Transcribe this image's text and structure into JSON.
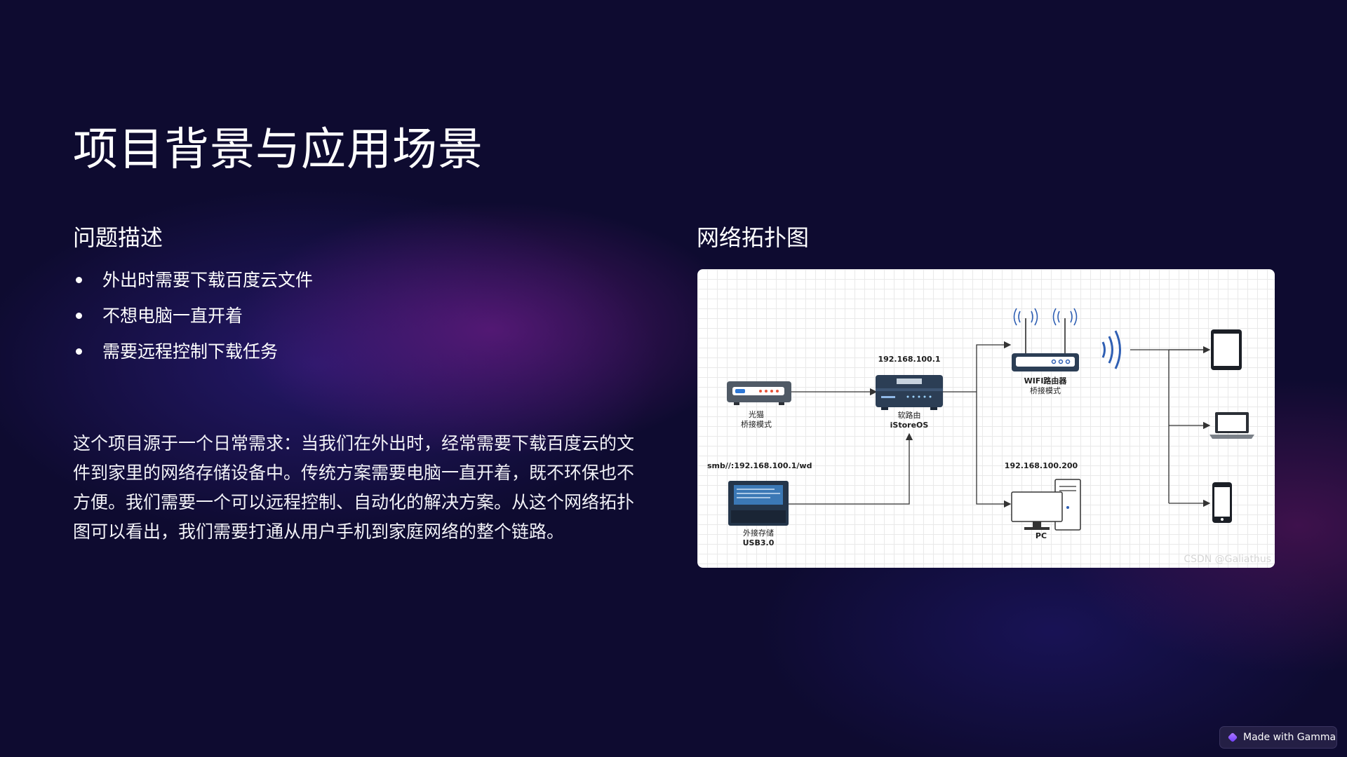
{
  "slide": {
    "title": "项目背景与应用场景",
    "problem_heading": "问题描述",
    "bullets": [
      "外出时需要下载百度云文件",
      "不想电脑一直开着",
      "需要远程控制下载任务"
    ],
    "paragraph": "这个项目源于一个日常需求：当我们在外出时，经常需要下载百度云的文件到家里的网络存储设备中。传统方案需要电脑一直开着，既不环保也不方便。我们需要一个可以远程控制、自动化的解决方案。从这个网络拓扑图可以看出，我们需要打通从用户手机到家庭网络的整个链路。",
    "topology_heading": "网络拓扑图"
  },
  "diagram": {
    "modem_label_1": "光猫",
    "modem_label_2": "桥接模式",
    "soft_router_ip": "192.168.100.1",
    "soft_router_label_1": "软路由",
    "soft_router_label_2": "iStoreOS",
    "wifi_router_label_1": "WIFI路由器",
    "wifi_router_label_2": "桥接模式",
    "storage_path": "smb//:192.168.100.1/wd",
    "storage_label_1": "外接存储",
    "storage_label_2": "USB3.0",
    "pc_ip": "192.168.100.200",
    "pc_label": "PC",
    "watermark": "CSDN @Galiathus"
  },
  "badge": {
    "text": "Made with Gamma"
  },
  "colors": {
    "background": "#0e0b30",
    "device_dark": "#2c3e55",
    "wifi_blue": "#2f5fb3"
  }
}
